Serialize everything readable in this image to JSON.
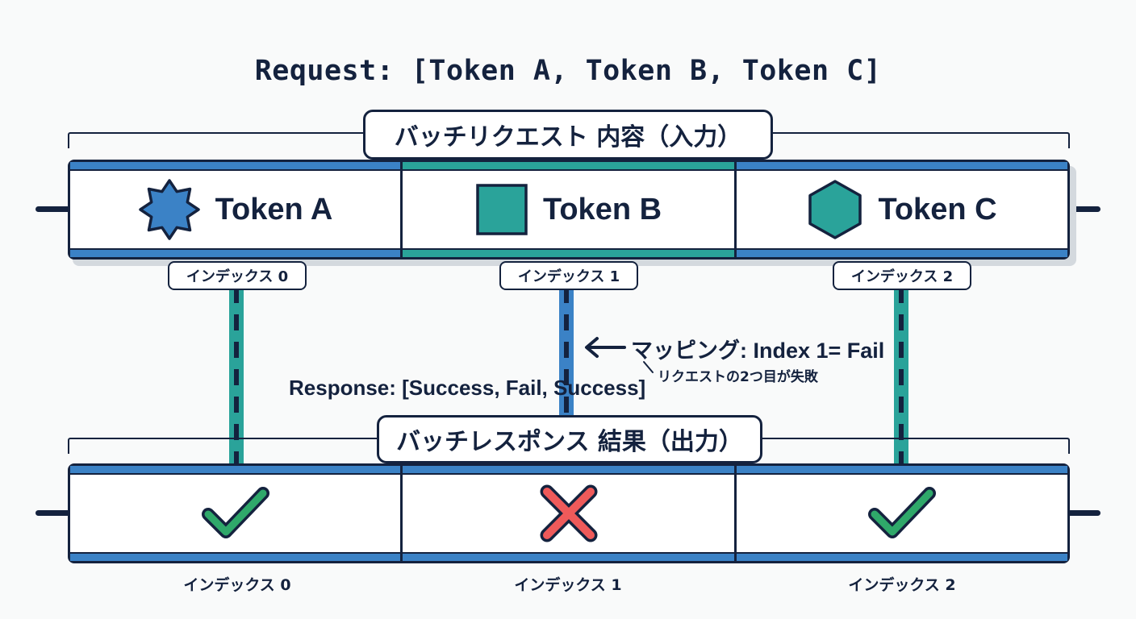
{
  "request_title": "Request: [Token A, Token B, Token C]",
  "input_section": {
    "label": "バッチリクエスト 内容（入力）",
    "tokens": [
      {
        "label": "Token A",
        "icon": "blue-badge-icon",
        "color": "#3b82c6"
      },
      {
        "label": "Token B",
        "icon": "teal-square-icon",
        "color": "#2aa39a"
      },
      {
        "label": "Token C",
        "icon": "teal-hexagon-icon",
        "color": "#2aa39a"
      }
    ],
    "indices": [
      "インデックス 0",
      "インデックス 1",
      "インデックス 2"
    ]
  },
  "mapping": {
    "label": "マッピング: Index 1= Fail",
    "note": "リクエストの2つ目が失敗",
    "arrow_icon": "left-arrow-icon"
  },
  "response_text": "Response: [Success, Fail, Success]",
  "output_section": {
    "label": "バッチレスポンス 結果（出力）",
    "results": [
      {
        "status": "success",
        "icon": "check-icon",
        "color": "#2fa86a"
      },
      {
        "status": "fail",
        "icon": "cross-icon",
        "color": "#ef5a5a"
      },
      {
        "status": "success",
        "icon": "check-icon",
        "color": "#2fa86a"
      }
    ],
    "indices": [
      "インデックス 0",
      "インデックス 1",
      "インデックス 2"
    ]
  },
  "colors": {
    "navy": "#14223e",
    "blue": "#3b82c6",
    "teal": "#2aa39a",
    "success": "#2fa86a",
    "fail": "#ef5a5a"
  }
}
